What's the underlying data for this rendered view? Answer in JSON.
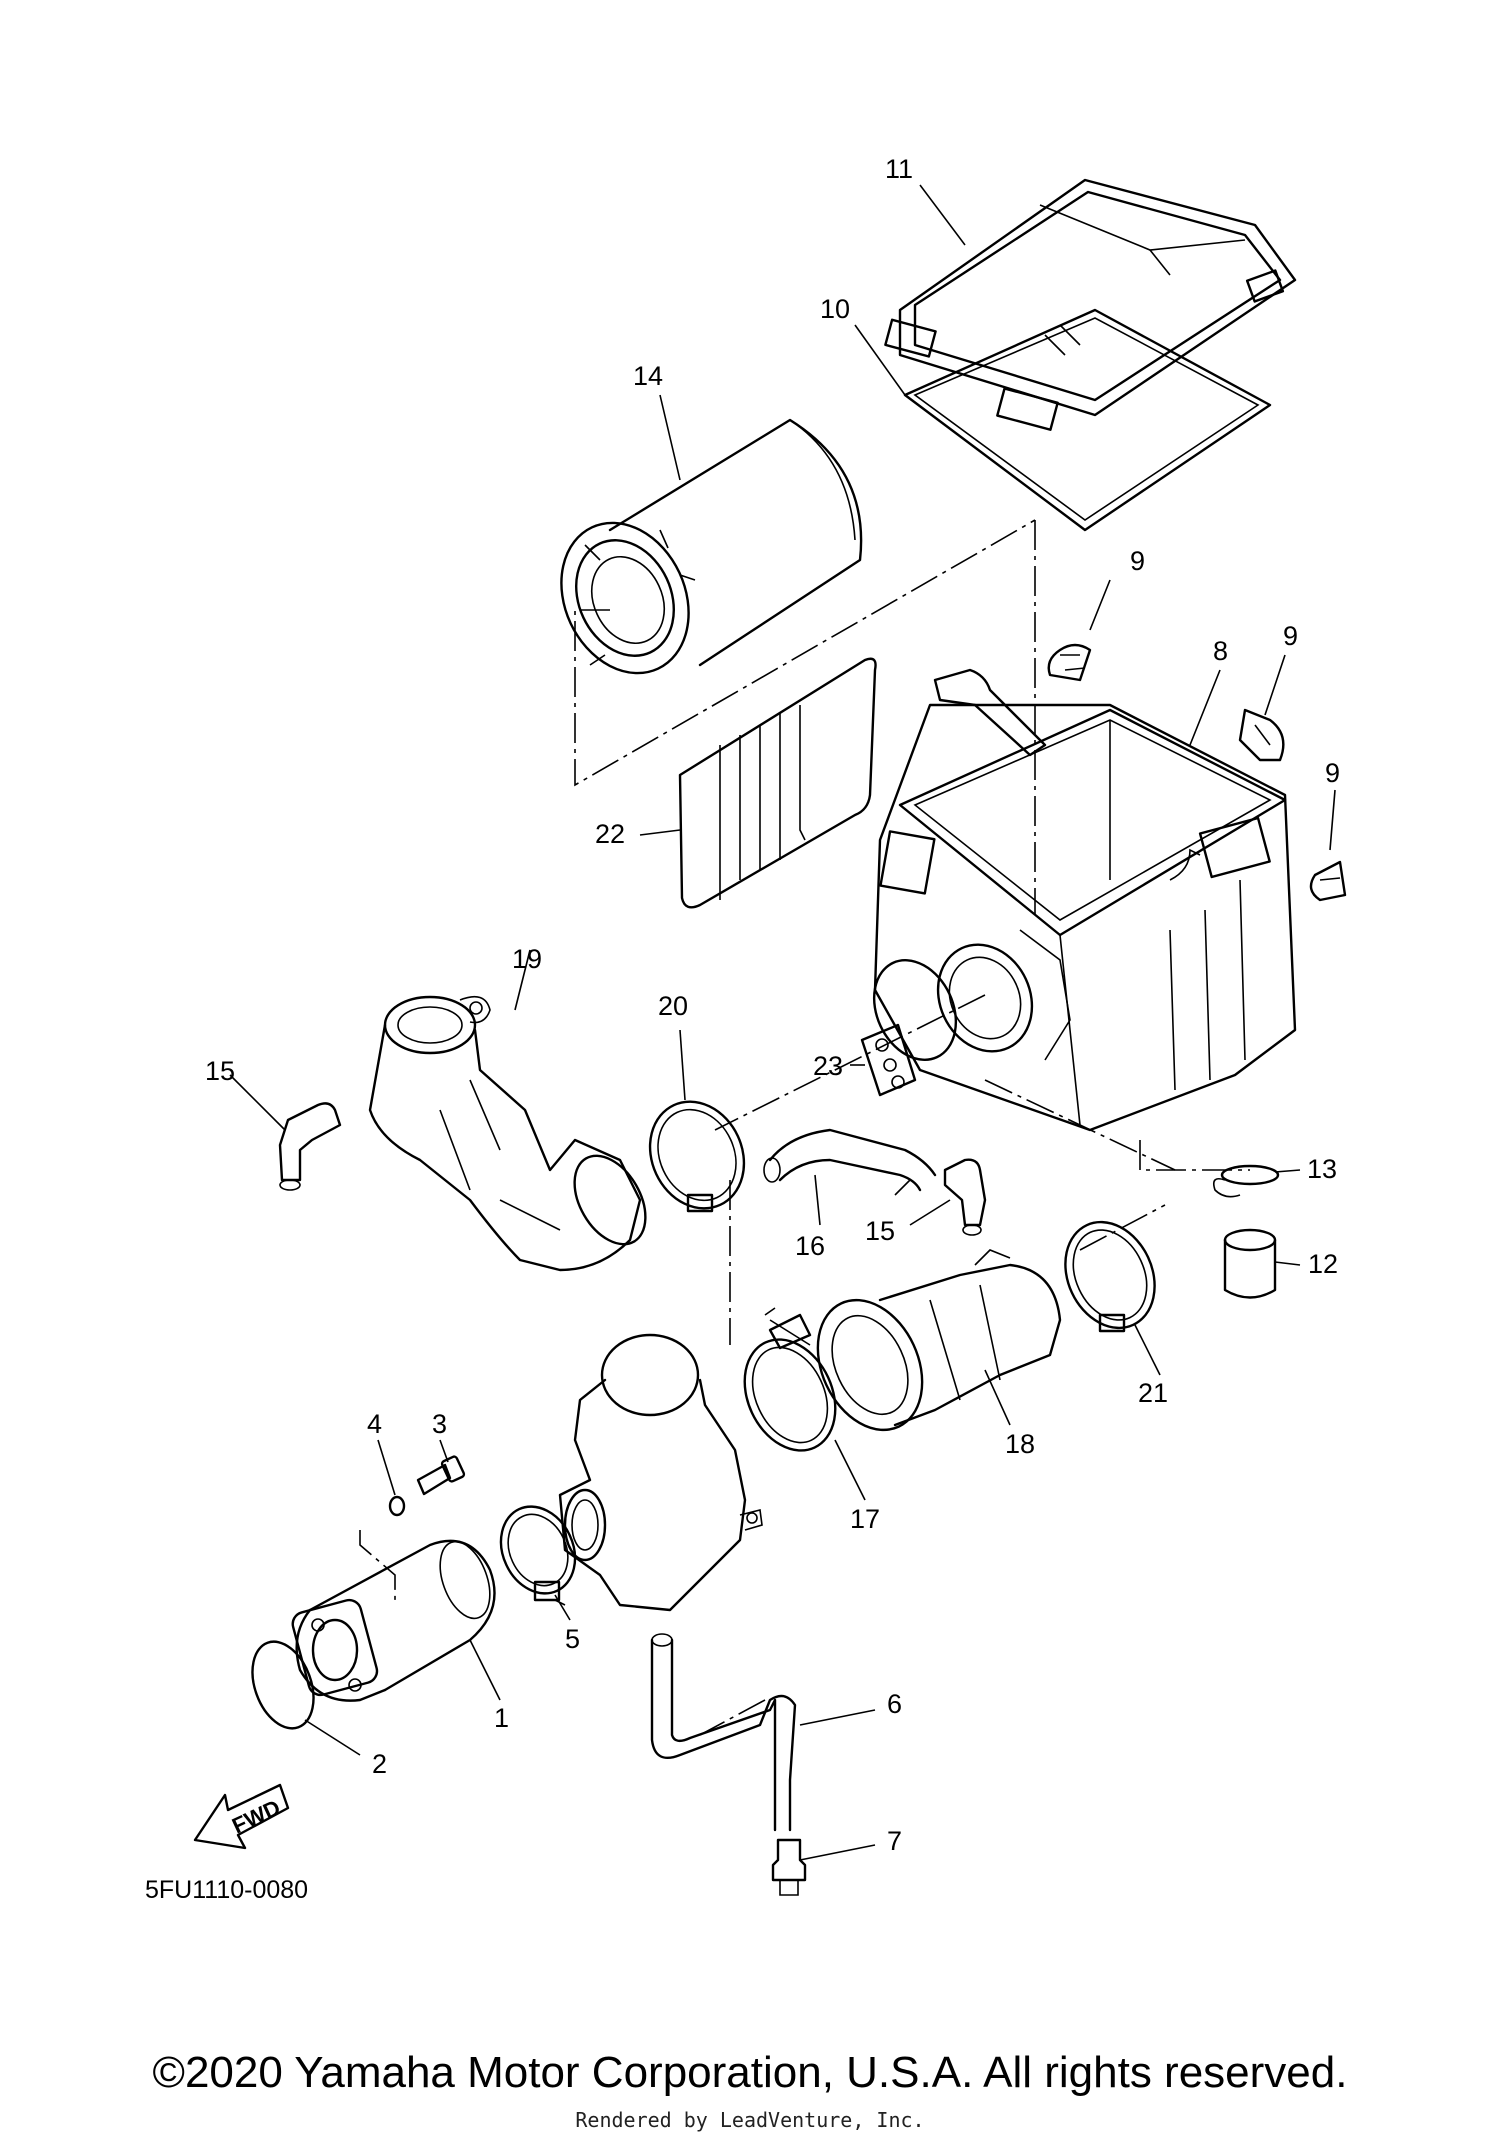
{
  "diagram": {
    "callouts": [
      {
        "id": "1",
        "label": "1"
      },
      {
        "id": "2",
        "label": "2"
      },
      {
        "id": "3",
        "label": "3"
      },
      {
        "id": "4",
        "label": "4"
      },
      {
        "id": "5",
        "label": "5"
      },
      {
        "id": "6",
        "label": "6"
      },
      {
        "id": "7",
        "label": "7"
      },
      {
        "id": "8",
        "label": "8"
      },
      {
        "id": "9a",
        "label": "9"
      },
      {
        "id": "9b",
        "label": "9"
      },
      {
        "id": "9c",
        "label": "9"
      },
      {
        "id": "10",
        "label": "10"
      },
      {
        "id": "11",
        "label": "11"
      },
      {
        "id": "12",
        "label": "12"
      },
      {
        "id": "13",
        "label": "13"
      },
      {
        "id": "14",
        "label": "14"
      },
      {
        "id": "15a",
        "label": "15"
      },
      {
        "id": "15b",
        "label": "15"
      },
      {
        "id": "16",
        "label": "16"
      },
      {
        "id": "17",
        "label": "17"
      },
      {
        "id": "18",
        "label": "18"
      },
      {
        "id": "19",
        "label": "19"
      },
      {
        "id": "20",
        "label": "20"
      },
      {
        "id": "21",
        "label": "21"
      },
      {
        "id": "22",
        "label": "22"
      },
      {
        "id": "23",
        "label": "23"
      }
    ],
    "drawing_code": "5FU1110-0080",
    "fwd_label": "FWD"
  },
  "footer": {
    "copyright": "©2020 Yamaha Motor Corporation, U.S.A. All rights reserved.",
    "rendered_by": "Rendered by LeadVenture, Inc."
  }
}
